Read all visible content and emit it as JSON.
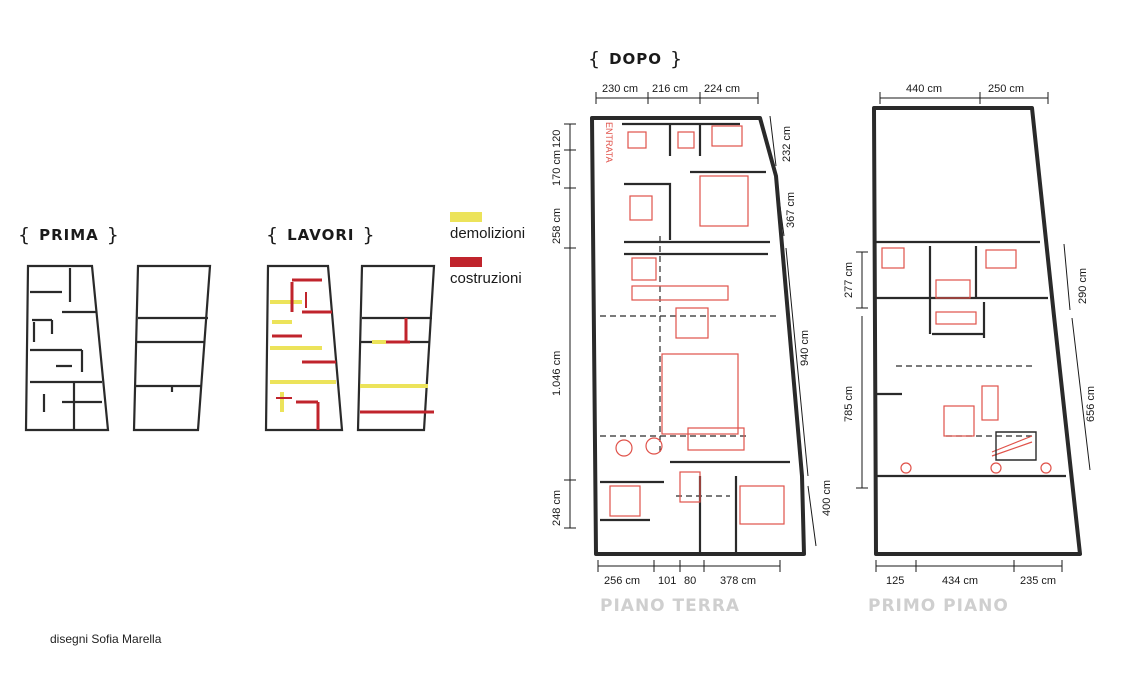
{
  "sections": {
    "prima": {
      "title": "PRIMA",
      "brace_open": "{",
      "brace_close": "}"
    },
    "lavori": {
      "title": "LAVORI",
      "brace_open": "{",
      "brace_close": "}"
    },
    "dopo": {
      "title": "DOPO",
      "brace_open": "{",
      "brace_close": "}"
    }
  },
  "legend": [
    {
      "label": "demolizioni",
      "color": "#ece35a"
    },
    {
      "label": "costruzioni",
      "color": "#c0242c"
    }
  ],
  "entrance_label": "ENTRATA",
  "piano_terra": {
    "label": "PIANO TERRA",
    "top_dims": [
      "230 cm",
      "216 cm",
      "224 cm"
    ],
    "left_dims": [
      "120",
      "170 cm",
      "258 cm",
      "1.046 cm",
      "248 cm"
    ],
    "right_dims": [
      "232 cm",
      "367 cm",
      "940 cm",
      "400 cm"
    ],
    "bottom_dims": [
      "256 cm",
      "101",
      "80",
      "378 cm"
    ]
  },
  "primo_piano": {
    "label": "PRIMO PIANO",
    "top_dims": [
      "440 cm",
      "250 cm"
    ],
    "left_dims": [
      "277 cm",
      "785 cm"
    ],
    "right_dims": [
      "290 cm",
      "656 cm"
    ],
    "bottom_dims": [
      "125",
      "434 cm",
      "235 cm"
    ]
  },
  "credit": "disegni Sofia Marella",
  "colors": {
    "furniture": "#e0524a",
    "demolition": "#ece35a",
    "construction": "#c0242c",
    "floor_label": "#cfcfcf"
  }
}
